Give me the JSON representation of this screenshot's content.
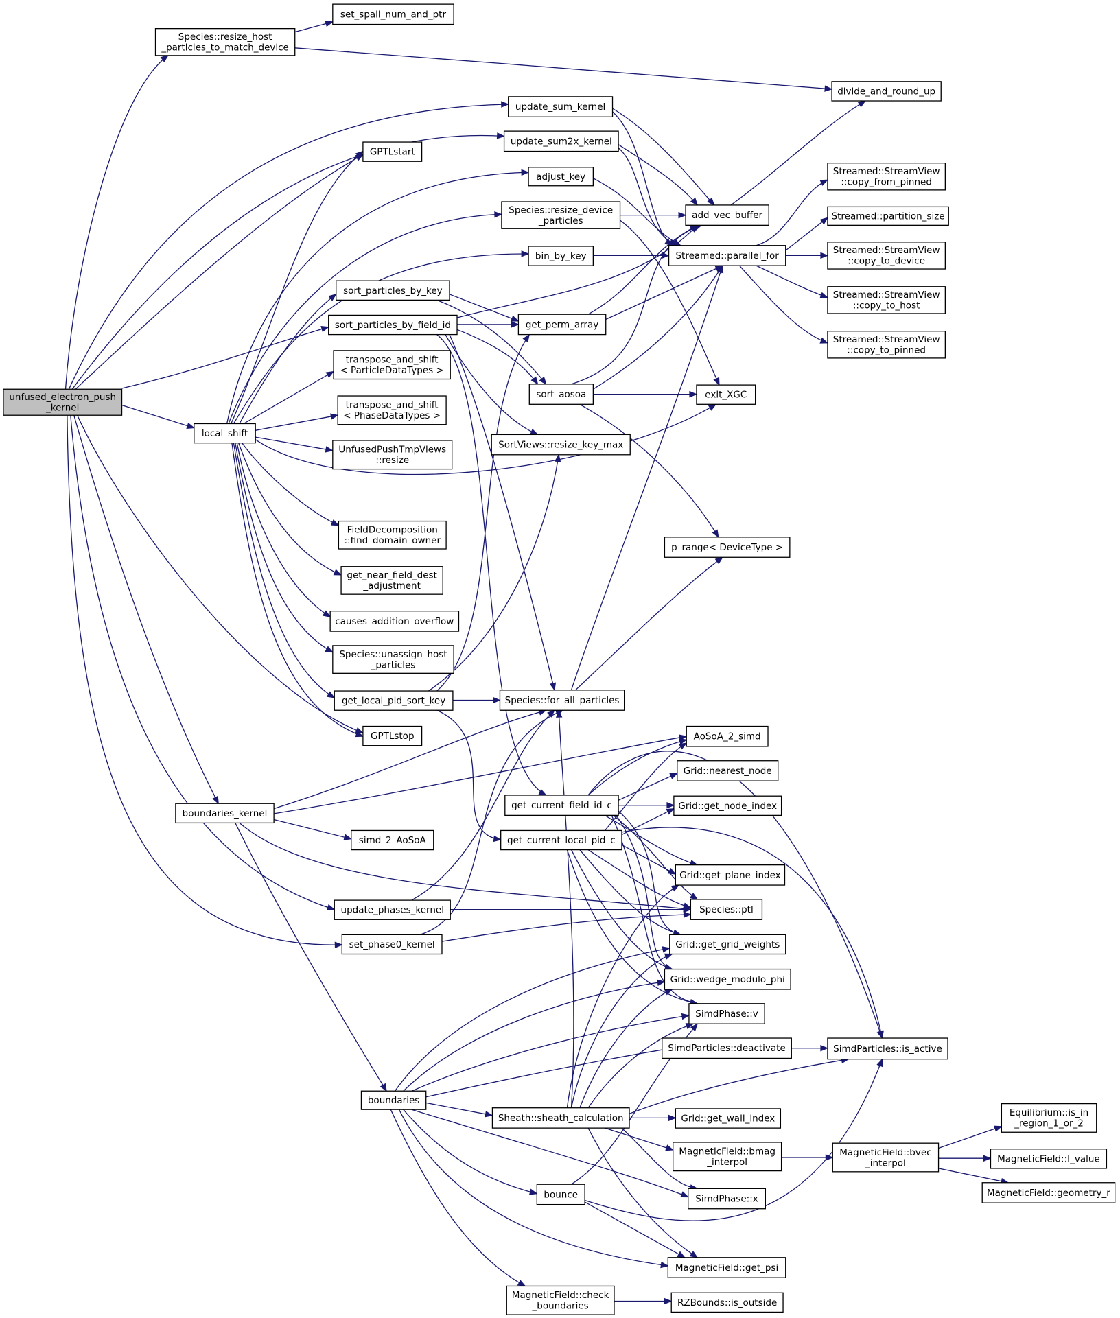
{
  "diagram": {
    "nodes": [
      {
        "id": "root",
        "lines": [
          "unfused_electron_push",
          "_kernel"
        ],
        "highlight": true
      },
      {
        "id": "resize_host",
        "lines": [
          "Species::resize_host",
          "_particles_to_match_device"
        ]
      },
      {
        "id": "set_spall",
        "lines": [
          "set_spall_num_and_ptr"
        ]
      },
      {
        "id": "divide",
        "lines": [
          "divide_and_round_up"
        ]
      },
      {
        "id": "update_sum",
        "lines": [
          "update_sum_kernel"
        ]
      },
      {
        "id": "update_sum2x",
        "lines": [
          "update_sum2x_kernel"
        ]
      },
      {
        "id": "gptlstart",
        "lines": [
          "GPTLstart"
        ]
      },
      {
        "id": "adjust_key",
        "lines": [
          "adjust_key"
        ]
      },
      {
        "id": "resize_device",
        "lines": [
          "Species::resize_device",
          "_particles"
        ]
      },
      {
        "id": "add_vec",
        "lines": [
          "add_vec_buffer"
        ]
      },
      {
        "id": "copy_from_pinned",
        "lines": [
          "Streamed::StreamView",
          "::copy_from_pinned"
        ]
      },
      {
        "id": "partition_size",
        "lines": [
          "Streamed::partition_size"
        ]
      },
      {
        "id": "bin_by_key",
        "lines": [
          "bin_by_key"
        ]
      },
      {
        "id": "parallel_for",
        "lines": [
          "Streamed::parallel_for"
        ]
      },
      {
        "id": "copy_to_device",
        "lines": [
          "Streamed::StreamView",
          "::copy_to_device"
        ]
      },
      {
        "id": "copy_to_host",
        "lines": [
          "Streamed::StreamView",
          "::copy_to_host"
        ]
      },
      {
        "id": "copy_to_pinned",
        "lines": [
          "Streamed::StreamView",
          "::copy_to_pinned"
        ]
      },
      {
        "id": "sort_by_key",
        "lines": [
          "sort_particles_by_key"
        ]
      },
      {
        "id": "sort_by_field",
        "lines": [
          "sort_particles_by_field_id"
        ]
      },
      {
        "id": "get_perm",
        "lines": [
          "get_perm_array"
        ]
      },
      {
        "id": "transpose_pdt",
        "lines": [
          "transpose_and_shift",
          "< ParticleDataTypes >"
        ]
      },
      {
        "id": "transpose_phdt",
        "lines": [
          "transpose_and_shift",
          "< PhaseDataTypes >"
        ]
      },
      {
        "id": "sort_aosoa",
        "lines": [
          "sort_aosoa"
        ]
      },
      {
        "id": "exit_xgc",
        "lines": [
          "exit_XGC"
        ]
      },
      {
        "id": "local_shift",
        "lines": [
          "local_shift"
        ]
      },
      {
        "id": "unfused_resize",
        "lines": [
          "UnfusedPushTmpViews",
          "::resize"
        ]
      },
      {
        "id": "resize_key_max",
        "lines": [
          "SortViews::resize_key_max"
        ]
      },
      {
        "id": "find_domain",
        "lines": [
          "FieldDecomposition",
          "::find_domain_owner"
        ]
      },
      {
        "id": "p_range",
        "lines": [
          "p_range< DeviceType >"
        ]
      },
      {
        "id": "near_field",
        "lines": [
          "get_near_field_dest",
          "_adjustment"
        ]
      },
      {
        "id": "causes_overflow",
        "lines": [
          "causes_addition_overflow"
        ]
      },
      {
        "id": "unassign",
        "lines": [
          "Species::unassign_host",
          "_particles"
        ]
      },
      {
        "id": "get_local_pid",
        "lines": [
          "get_local_pid_sort_key"
        ]
      },
      {
        "id": "for_all",
        "lines": [
          "Species::for_all_particles"
        ]
      },
      {
        "id": "gptlstop",
        "lines": [
          "GPTLstop"
        ]
      },
      {
        "id": "aosoa2simd",
        "lines": [
          "AoSoA_2_simd"
        ]
      },
      {
        "id": "nearest_node",
        "lines": [
          "Grid::nearest_node"
        ]
      },
      {
        "id": "boundaries_kernel",
        "lines": [
          "boundaries_kernel"
        ]
      },
      {
        "id": "cur_field_id",
        "lines": [
          "get_current_field_id_c"
        ]
      },
      {
        "id": "get_node_index",
        "lines": [
          "Grid::get_node_index"
        ]
      },
      {
        "id": "simd2aosoa",
        "lines": [
          "simd_2_AoSoA"
        ]
      },
      {
        "id": "cur_local_pid",
        "lines": [
          "get_current_local_pid_c"
        ]
      },
      {
        "id": "get_plane_index",
        "lines": [
          "Grid::get_plane_index"
        ]
      },
      {
        "id": "update_phases",
        "lines": [
          "update_phases_kernel"
        ]
      },
      {
        "id": "species_ptl",
        "lines": [
          "Species::ptl"
        ]
      },
      {
        "id": "set_phase0",
        "lines": [
          "set_phase0_kernel"
        ]
      },
      {
        "id": "grid_weights",
        "lines": [
          "Grid::get_grid_weights"
        ]
      },
      {
        "id": "wedge_modulo",
        "lines": [
          "Grid::wedge_modulo_phi"
        ]
      },
      {
        "id": "simdphase_v",
        "lines": [
          "SimdPhase::v"
        ]
      },
      {
        "id": "deactivate",
        "lines": [
          "SimdParticles::deactivate"
        ]
      },
      {
        "id": "is_active",
        "lines": [
          "SimdParticles::is_active"
        ]
      },
      {
        "id": "boundaries",
        "lines": [
          "boundaries"
        ]
      },
      {
        "id": "sheath_calc",
        "lines": [
          "Sheath::sheath_calculation"
        ]
      },
      {
        "id": "wall_index",
        "lines": [
          "Grid::get_wall_index"
        ]
      },
      {
        "id": "is_in_region",
        "lines": [
          "Equilibrium::is_in",
          "_region_1_or_2"
        ]
      },
      {
        "id": "bmag_interpol",
        "lines": [
          "MagneticField::bmag",
          "_interpol"
        ]
      },
      {
        "id": "bvec_interpol",
        "lines": [
          "MagneticField::bvec",
          "_interpol"
        ]
      },
      {
        "id": "i_value",
        "lines": [
          "MagneticField::I_value"
        ]
      },
      {
        "id": "geometry_r",
        "lines": [
          "MagneticField::geometry_r"
        ]
      },
      {
        "id": "bounce",
        "lines": [
          "bounce"
        ]
      },
      {
        "id": "simdphase_x",
        "lines": [
          "SimdPhase::x"
        ]
      },
      {
        "id": "get_psi",
        "lines": [
          "MagneticField::get_psi"
        ]
      },
      {
        "id": "check_boundaries",
        "lines": [
          "MagneticField::check",
          "_boundaries"
        ]
      },
      {
        "id": "is_outside",
        "lines": [
          "RZBounds::is_outside"
        ]
      }
    ]
  }
}
